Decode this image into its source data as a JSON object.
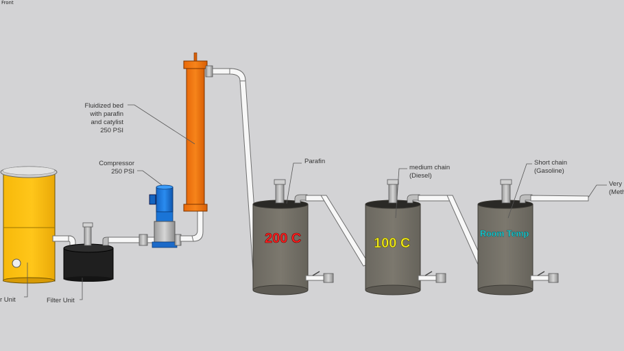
{
  "view": {
    "label": "Front"
  },
  "labels": {
    "water_unit": "r Unit",
    "filter_unit": "Filter Unit",
    "compressor_line1": "Compressor",
    "compressor_line2": "250 PSI",
    "bed_line1": "Fluidized bed",
    "bed_line2": "with parafin",
    "bed_line3": "and catylist",
    "bed_line4": "250 PSI",
    "tank1_label": "Parafin",
    "tank2_line1": "medium chain",
    "tank2_line2": "(Diesel)",
    "tank3_line1": "Short chain",
    "tank3_line2": "(Gasoline)",
    "tank4_line1": "Very",
    "tank4_line2": "(Meth"
  },
  "temperatures": {
    "tank1": "200 C",
    "tank2": "100 C",
    "tank3": "Room Temp"
  },
  "colors": {
    "background": "#d3d3d5",
    "yellow_tank": "#fbbf12",
    "filter_unit": "#1f1f1f",
    "fluidized_bed": "#f27a14",
    "compressor": "#1e7fe0",
    "tank_body": "#77746b",
    "pipe": "#f7f7f7",
    "valve": "#c7c7c7"
  }
}
